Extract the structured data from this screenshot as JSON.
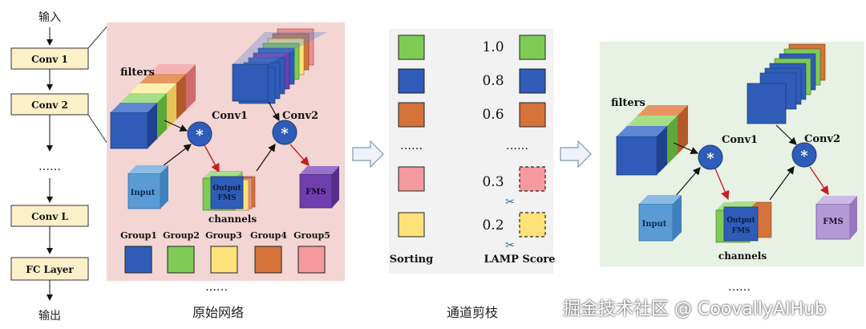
{
  "flow": {
    "input": "输入",
    "layers": [
      "Conv 1",
      "Conv 2",
      "Conv L",
      "FC Layer"
    ],
    "ellipsis": "……",
    "output": "输出"
  },
  "original": {
    "caption": "原始网络",
    "filters": "filters",
    "conv1": "Conv1",
    "conv2": "Conv2",
    "input_box": "Input",
    "output_fms": [
      "Output",
      "FMS"
    ],
    "fms": "FMS",
    "channels": "channels",
    "groups": [
      "Group1",
      "Group2",
      "Group3",
      "Group4",
      "Group5"
    ],
    "group_colors": [
      "#2e5cb8",
      "#7ecb55",
      "#fde27a",
      "#d5733a",
      "#f59a9e"
    ],
    "star": "*",
    "ellipsis": "……"
  },
  "pruning": {
    "caption": "通道剪枝",
    "sorting": "Sorting",
    "lamp": "LAMP Score",
    "scores": [
      "1.0",
      "0.8",
      "0.6",
      "……",
      "0.3",
      "0.2"
    ],
    "dots": "……",
    "scissors": "✂"
  },
  "pruned": {
    "filters": "filters",
    "conv1": "Conv1",
    "conv2": "Conv2",
    "input_box": "Input",
    "output_fms": [
      "Output",
      "FMS"
    ],
    "fms": "FMS",
    "channels": "channels",
    "ellipsis": "……"
  },
  "watermark": "掘金技术社区 @ CoovallyAIHub"
}
